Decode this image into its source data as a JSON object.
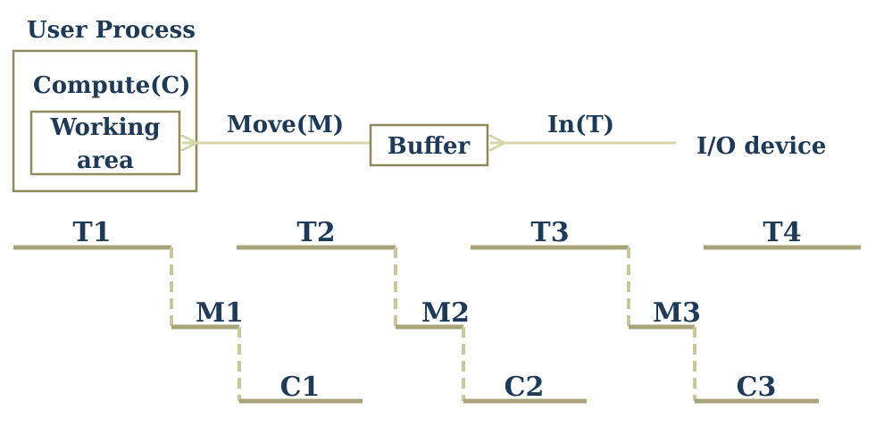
{
  "colors": {
    "text": "#1f3a56",
    "line": "#a8a37a",
    "arrow": "#d6d4a9",
    "box_border": "#8f8a5c"
  },
  "top": {
    "title": "User Process",
    "compute_label": "Compute(C)",
    "working_area_line1": "Working",
    "working_area_line2": "area",
    "move_label": "Move(M)",
    "buffer_label": "Buffer",
    "in_label": "In(T)",
    "device_label": "I/O device"
  },
  "timeline": {
    "t_labels": [
      "T1",
      "T2",
      "T3",
      "T4"
    ],
    "m_labels": [
      "M1",
      "M2",
      "M3"
    ],
    "c_labels": [
      "C1",
      "C2",
      "C3"
    ]
  }
}
